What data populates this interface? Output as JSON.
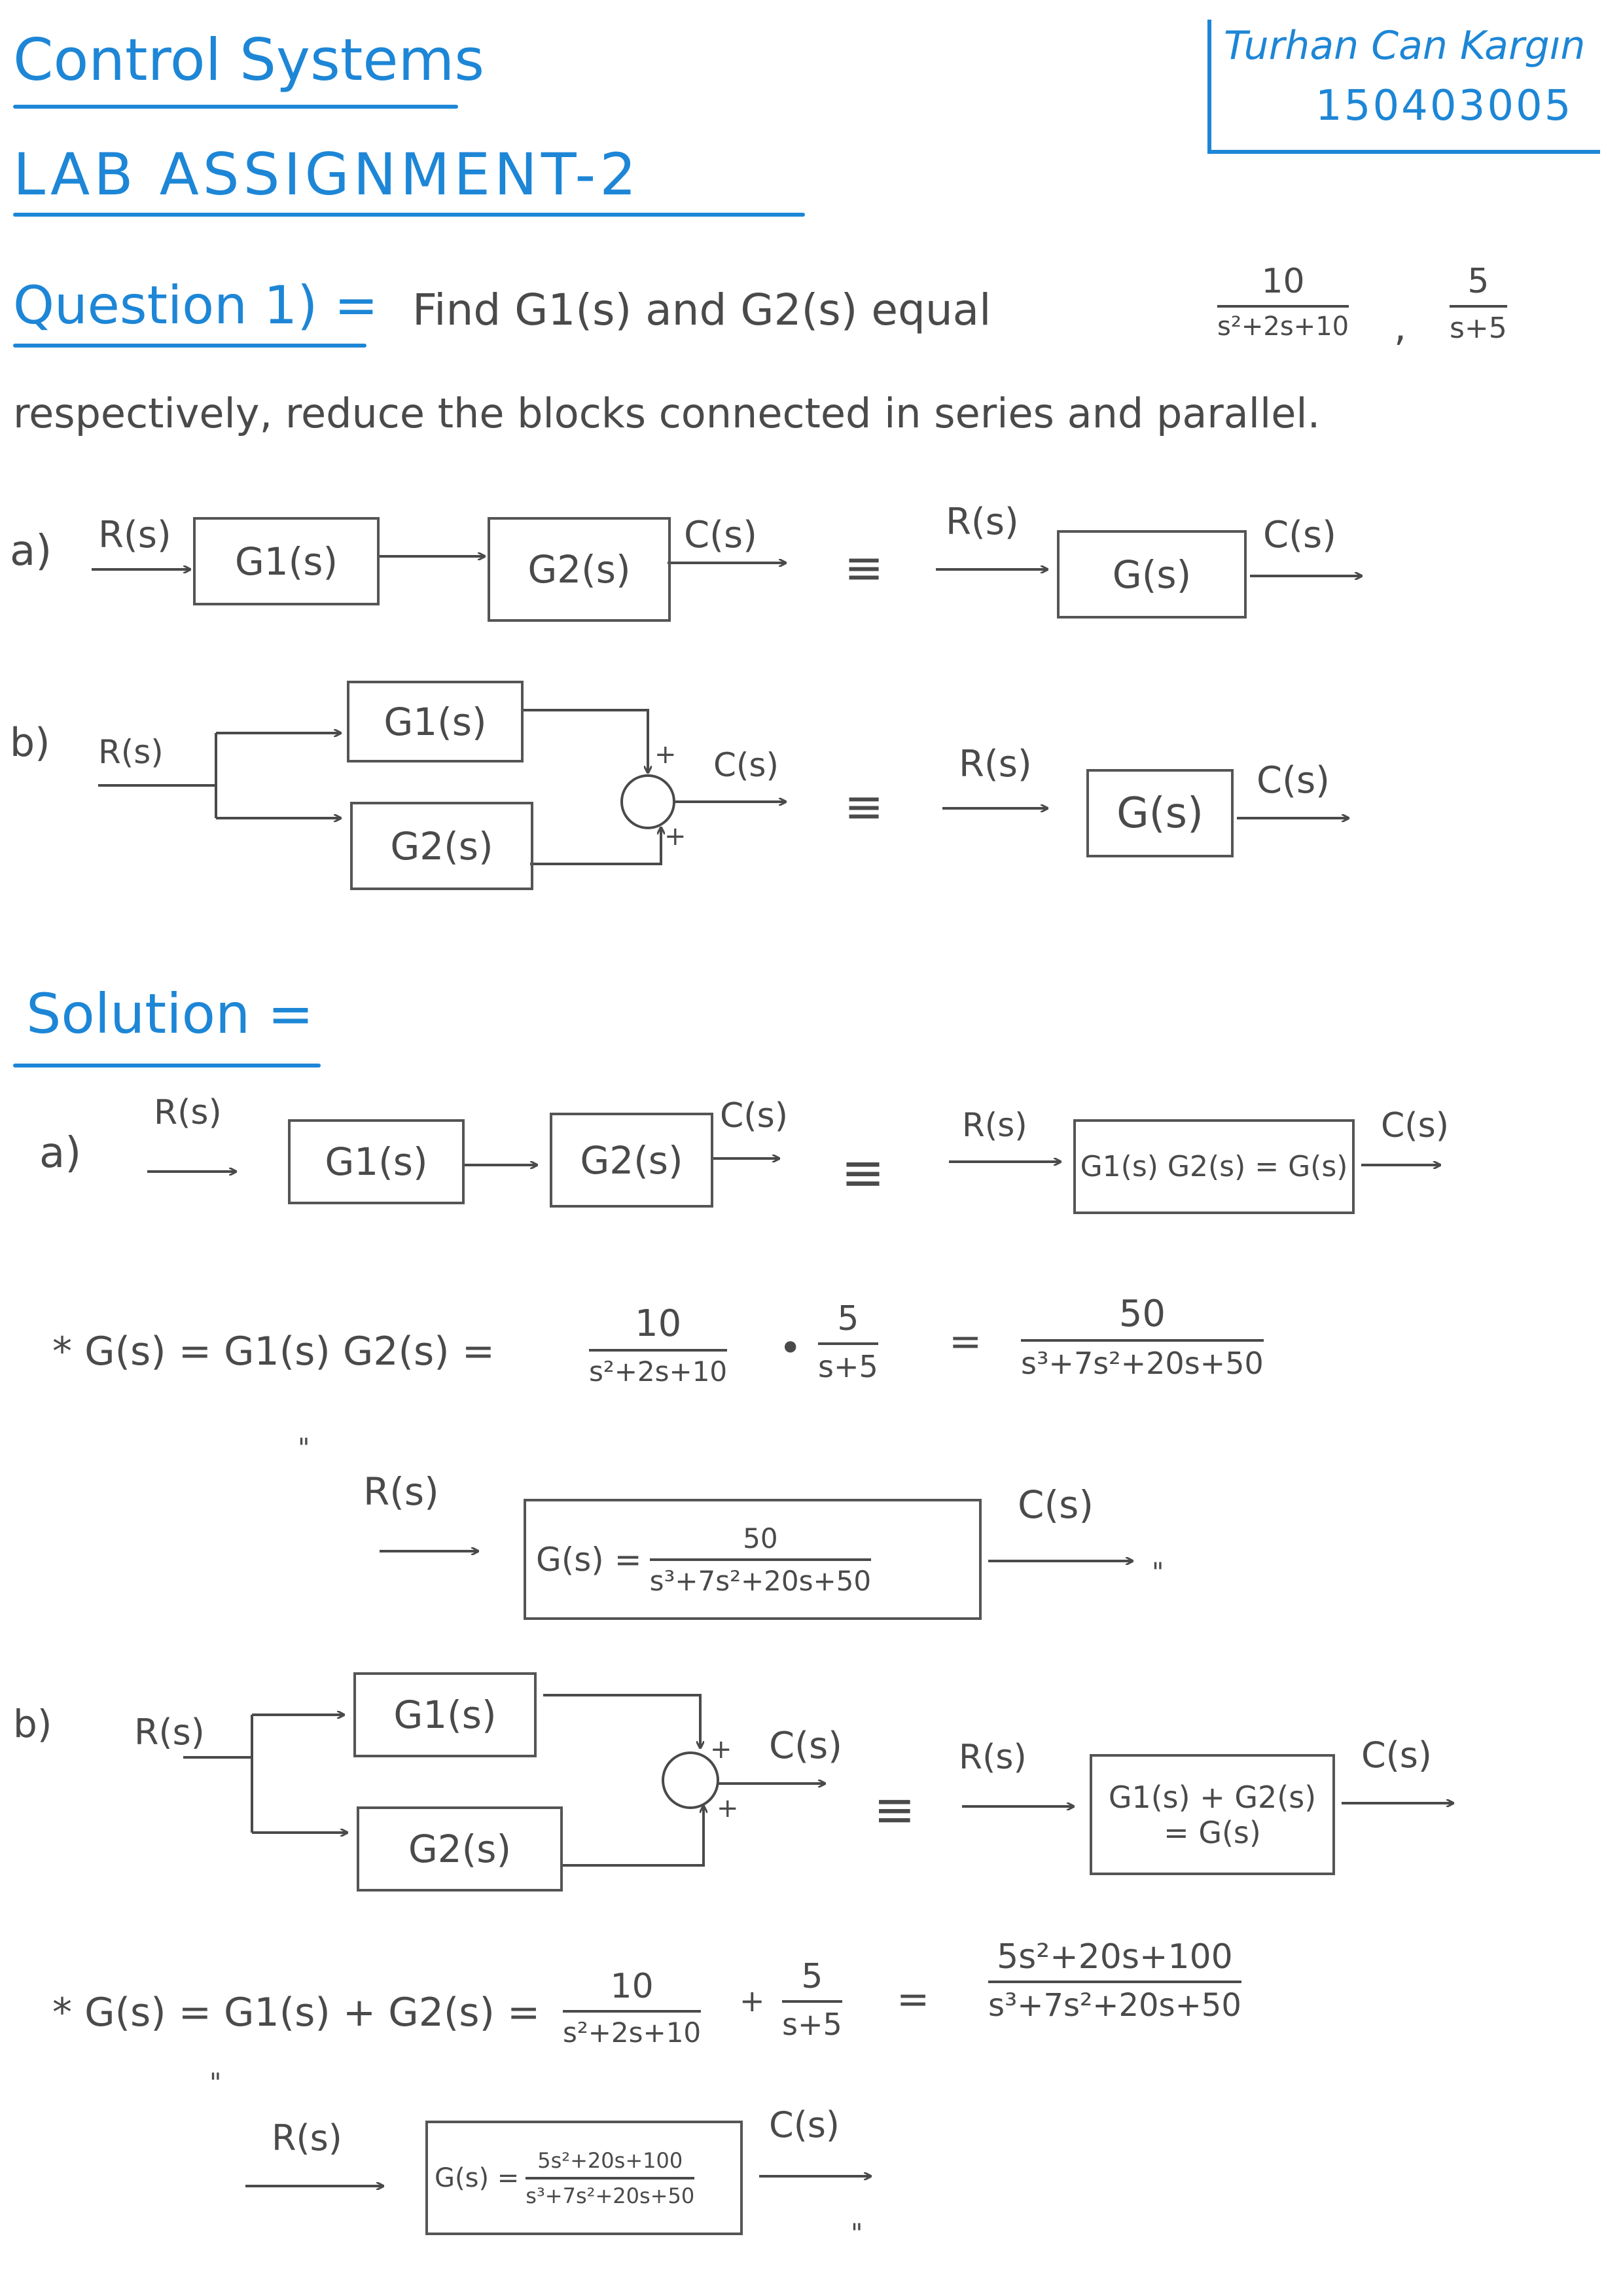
{
  "header": {
    "course_title": "Control Systems",
    "assignment_title": "LAB ASSIGNMENT-2",
    "student_name": "Turhan Can Kargın",
    "student_id": "150403005"
  },
  "question": {
    "label": "Question 1) =",
    "text_line1": "Find G1(s) and G2(s) equal",
    "frac1_num": "10",
    "frac1_den": "s²+2s+10",
    "sep": ",",
    "frac2_num": "5",
    "frac2_den": "s+5",
    "text_line2": "respectively, reduce the blocks connected in series and parallel."
  },
  "question_diagrams": {
    "a_label": "a)",
    "b_label": "b)",
    "input": "R(s)",
    "output": "C(s)",
    "block1": "G1(s)",
    "block2": "G2(s)",
    "block_eq": "G(s)",
    "equiv": "≡",
    "plus": "+"
  },
  "solution": {
    "label": "Solution =",
    "a_label": "a)",
    "b_label": "b)",
    "input": "R(s)",
    "output": "C(s)",
    "block1": "G1(s)",
    "block2": "G2(s)",
    "equiv": "≡",
    "plus": "+",
    "a_reduced_block": "G1(s) G2(s) = G(s)",
    "a_eq_lhs": "* G(s) = G1(s) G2(s) =",
    "a_frac1_num": "10",
    "a_frac1_den": "s²+2s+10",
    "a_dot": "•",
    "a_frac2_num": "5",
    "a_frac2_den": "s+5",
    "a_eq_sign": "=",
    "a_result_num": "50",
    "a_result_den": "s³+7s²+20s+50",
    "a_final_block_lhs": "G(s) =",
    "a_final_num": "50",
    "a_final_den": "s³+7s²+20s+50",
    "b_reduced_block_line1": "G1(s) + G2(s)",
    "b_reduced_block_line2": "= G(s)",
    "b_eq_lhs": "* G(s) = G1(s) + G2(s) =",
    "b_frac1_num": "10",
    "b_frac1_den": "s²+2s+10",
    "b_plus": "+",
    "b_frac2_num": "5",
    "b_frac2_den": "s+5",
    "b_eq_sign": "=",
    "b_result_num": "5s²+20s+100",
    "b_result_den": "s³+7s²+20s+50",
    "b_final_block_lhs": "G(s) =",
    "b_final_num": "5s²+20s+100",
    "b_final_den": "s³+7s²+20s+50",
    "ditto": "\""
  }
}
